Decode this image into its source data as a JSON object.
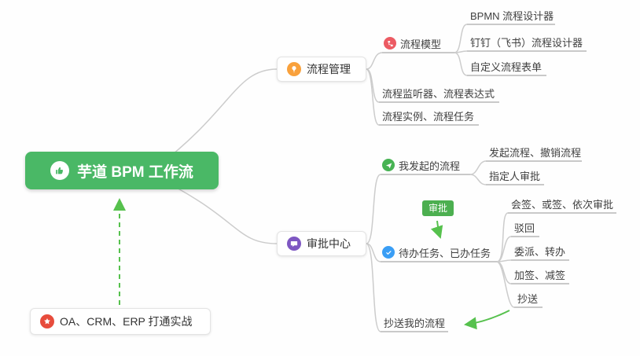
{
  "root": {
    "label": "芋道 BPM 工作流",
    "icon": "thumbs-up-icon"
  },
  "branches": {
    "process": {
      "label": "流程管理",
      "icon": "lightbulb-icon"
    },
    "approval": {
      "label": "审批中心",
      "icon": "chat-bubble-icon"
    }
  },
  "nodes": {
    "process_model": {
      "label": "流程模型",
      "icon": "flow-model-icon"
    },
    "bpmn_designer": {
      "label": "BPMN 流程设计器"
    },
    "ding_designer": {
      "label": "钉钉（飞书）流程设计器"
    },
    "custom_form": {
      "label": "自定义流程表单"
    },
    "listener_expr": {
      "label": "流程监听器、流程表达式"
    },
    "instance_task": {
      "label": "流程实例、流程任务"
    },
    "my_initiated": {
      "label": "我发起的流程",
      "icon": "paper-plane-icon"
    },
    "initiate_revoke": {
      "label": "发起流程、撤销流程"
    },
    "assignee": {
      "label": "指定人审批"
    },
    "todo_done": {
      "label": "待办任务、已办任务",
      "icon": "check-icon"
    },
    "countersign": {
      "label": "会签、或签、依次审批"
    },
    "reject": {
      "label": "驳回"
    },
    "delegate": {
      "label": "委派、转办"
    },
    "addsign": {
      "label": "加签、减签"
    },
    "cc": {
      "label": "抄送"
    },
    "cc_my": {
      "label": "抄送我的流程"
    }
  },
  "badge": {
    "label": "审批"
  },
  "footnote": {
    "label": "OA、CRM、ERP 打通实战",
    "icon": "star-icon"
  },
  "colors": {
    "root_bg": "#4ab866",
    "connector_gray": "#cccccc",
    "underline_gray": "#c9c9c9",
    "arrow_green": "#56c14d",
    "badge_green": "#4caf50",
    "icon_orange": "#f9a13c",
    "icon_purple": "#7e57c2",
    "icon_red": "#ec5b63",
    "icon_green": "#47b353",
    "icon_blue": "#3a9ef5",
    "icon_star_red": "#e74c3c"
  }
}
